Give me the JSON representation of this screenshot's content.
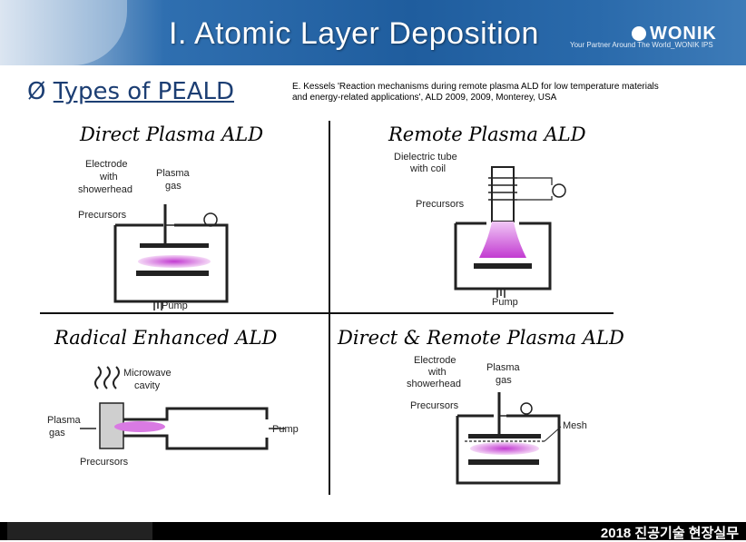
{
  "header": {
    "title": "I. Atomic Layer Deposition",
    "logo_text": "WONIK",
    "slogan": "Your Partner Around The World_WONIK IPS"
  },
  "section": {
    "bullet": "Ø",
    "heading": "Types of PEALD"
  },
  "citation": "E. Kessels 'Reaction mechanisms during remote plasma ALD for low temperature materials and energy-related applications', ALD 2009, 2009, Monterey, USA",
  "quadrants": {
    "direct": {
      "title": "Direct Plasma ALD",
      "labels": {
        "electrode": "Electrode",
        "with": "with",
        "showerhead": "showerhead",
        "plasma": "Plasma",
        "gas": "gas",
        "precursors": "Precursors",
        "pump": "Pump"
      }
    },
    "remote": {
      "title": "Remote Plasma ALD",
      "labels": {
        "dielectric": "Dielectric tube",
        "coil": "with coil",
        "precursors": "Precursors",
        "pump": "Pump"
      }
    },
    "radical": {
      "title": "Radical Enhanced ALD",
      "labels": {
        "microwave": "Microwave",
        "cavity": "cavity",
        "plasma": "Plasma",
        "gas": "gas",
        "precursors": "Precursors",
        "pump": "Pump"
      }
    },
    "combined": {
      "title": "Direct & Remote Plasma ALD",
      "labels": {
        "electrode": "Electrode",
        "with": "with",
        "showerhead": "showerhead",
        "plasma": "Plasma",
        "gas": "gas",
        "precursors": "Precursors",
        "mesh": "Mesh"
      }
    }
  },
  "colors": {
    "plasma": "#c23bd1",
    "banner": "#1f5d9e"
  },
  "footer": {
    "text": "2018 진공기술 현장실무"
  }
}
